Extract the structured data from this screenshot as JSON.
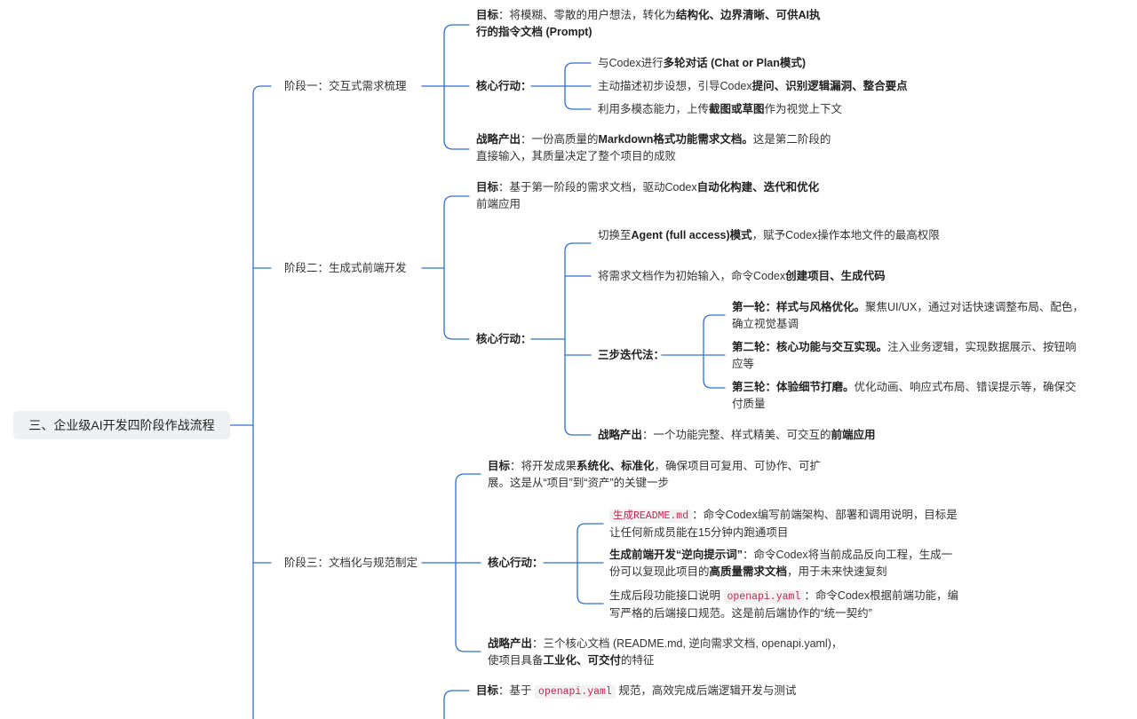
{
  "root": {
    "label": "三、企业级AI开发四阶段作战流程"
  },
  "phase1": {
    "label": "阶段一：交互式需求梳理",
    "goal": {
      "k": "目标",
      "s": "：将模糊、零散的用户想法，转化为",
      "bold": "结构化、边界清晰、可供AI执行的指令文档 (Prompt)"
    },
    "actions_label": "核心行动：",
    "actions": [
      {
        "pre": "与Codex进行",
        "bold": "多轮对话 (Chat or Plan模式)",
        "post": ""
      },
      {
        "pre": "主动描述初步设想，引导Codex",
        "bold": "提问、识别逻辑漏洞、整合要点",
        "post": ""
      },
      {
        "pre": "利用多模态能力，上传",
        "bold": "截图或草图",
        "post": "作为视觉上下文"
      }
    ],
    "output": {
      "k": "战略产出",
      "s": "：一份高质量的",
      "bold": "Markdown格式功能需求文档。",
      "post": "这是第二阶段的直接输入，其质量决定了整个项目的成败"
    }
  },
  "phase2": {
    "label": "阶段二：生成式前端开发",
    "goal": {
      "k": "目标",
      "s": "：基于第一阶段的需求文档，驱动Codex",
      "bold": "自动化构建、迭代和优化",
      "post": "前端应用"
    },
    "actions_label": "核心行动：",
    "actions": [
      {
        "pre": "切换至",
        "bold": "Agent (full access)模式",
        "post": "，赋予Codex操作本地文件的最高权限"
      },
      {
        "pre": "将需求文档作为初始输入，命令Codex",
        "bold": "创建项目、生成代码",
        "post": ""
      }
    ],
    "iter_label": "三步迭代法：",
    "rounds": [
      {
        "bold": "第一轮：样式与风格优化。",
        "post": "聚焦UI/UX，通过对话快速调整布局、配色，确立视觉基调"
      },
      {
        "bold": "第二轮：核心功能与交互实现。",
        "post": "注入业务逻辑，实现数据展示、按钮响应等"
      },
      {
        "bold": "第三轮：体验细节打磨。",
        "post": "优化动画、响应式布局、错误提示等，确保交付质量"
      }
    ],
    "output": {
      "k": "战略产出",
      "s": "：一个功能完整、样式精美、可交互的",
      "bold": "前端应用"
    }
  },
  "phase3": {
    "label": "阶段三：文档化与规范制定",
    "goal": {
      "k": "目标",
      "s": "：将开发成果",
      "bold": "系统化、标准化",
      "post": "，确保项目可复用、可协作、可扩展。这是从“项目”到“资产”的关键一步"
    },
    "actions_label": "核心行动：",
    "a1": {
      "code": "生成README.md",
      "post": "：命令Codex编写前端架构、部署和调用说明，目标是让任何新成员能在15分钟内跑通项目"
    },
    "a2": {
      "bold": "生成前端开发“逆向提示词”",
      "s": "：命令Codex将当前成品反向工程，生成一份可以复现此项目的",
      "bold2": "高质量需求文档",
      "post": "，用于未来快速复刻"
    },
    "a3": {
      "pre": "生成后段功能接口说明",
      "code": "openapi.yaml",
      "post": "：命令Codex根据前端功能，编写严格的后端接口规范。这是前后端协作的“统一契约”"
    },
    "output": {
      "k": "战略产出",
      "s": "：三个核心文档 (README.md, 逆向需求文档, openapi.yaml)，使项目具备",
      "bold": "工业化、可交付",
      "post": "的特征"
    }
  },
  "phase4": {
    "goal": {
      "k": "目标",
      "s": "：基于",
      "code": "openapi.yaml",
      "post": "规范，高效完成后端逻辑开发与测试"
    }
  }
}
